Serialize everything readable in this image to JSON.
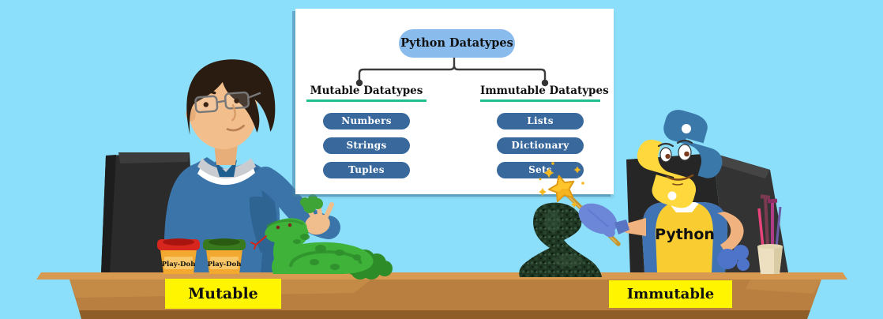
{
  "diagram": {
    "root_label": "Python Datatypes",
    "branches": [
      {
        "heading": "Mutable Datatypes",
        "items": [
          "Numbers",
          "Strings",
          "Tuples"
        ]
      },
      {
        "heading": "Immutable Datatypes",
        "items": [
          "Lists",
          "Dictionary",
          "Sets"
        ]
      }
    ]
  },
  "desk": {
    "left_label": "Mutable",
    "right_label": "Immutable"
  },
  "props": {
    "playdoh_left_label": "Play-Doh",
    "playdoh_right_label": "Play-Doh",
    "robot_chest_label": "Python"
  },
  "colors": {
    "background": "#8BDFFB",
    "root_pill": "#8ABBED",
    "item_pill": "#38689C",
    "heading_underline": "#1FBF8F",
    "desk_label_bg": "#FFF500",
    "desk_top": "#D89950",
    "desk_front": "#B97F41",
    "playdoh_lid_left": "#D6261D",
    "playdoh_lid_right": "#3A7A1E",
    "python_blue": "#3B78AA",
    "python_yellow": "#FFD83E"
  }
}
